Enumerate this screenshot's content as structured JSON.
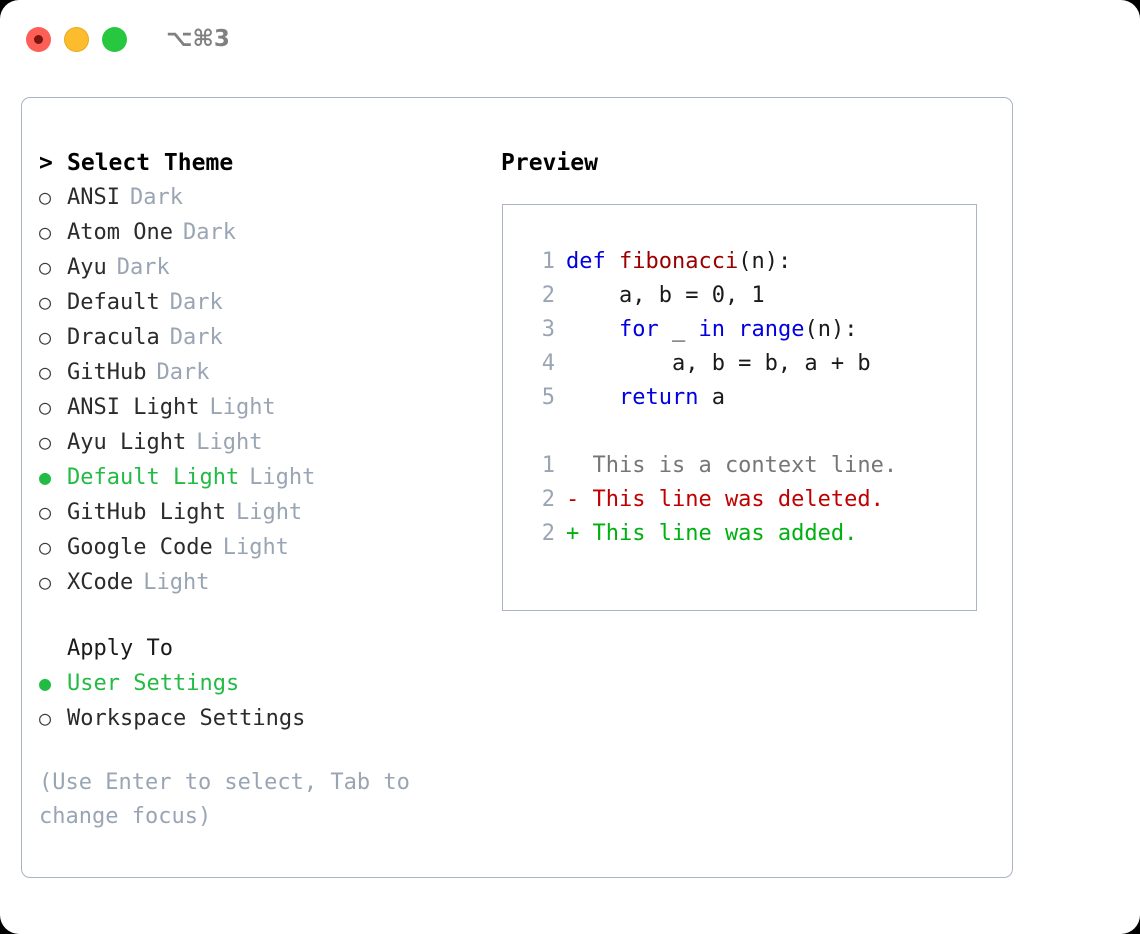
{
  "titlebar": {
    "shortcut": "⌥⌘3",
    "buttons": [
      {
        "name": "close",
        "color": "#fd5e56"
      },
      {
        "name": "minimize",
        "color": "#fdbc2e"
      },
      {
        "name": "maximize",
        "color": "#27c83f"
      }
    ]
  },
  "theme_picker": {
    "marker": ">",
    "title": "Select Theme",
    "radio_empty": "○",
    "radio_filled": "●",
    "items": [
      {
        "label": "ANSI",
        "suffix": "Dark",
        "selected": false
      },
      {
        "label": "Atom One",
        "suffix": "Dark",
        "selected": false
      },
      {
        "label": "Ayu",
        "suffix": "Dark",
        "selected": false
      },
      {
        "label": "Default",
        "suffix": "Dark",
        "selected": false
      },
      {
        "label": "Dracula",
        "suffix": "Dark",
        "selected": false
      },
      {
        "label": "GitHub",
        "suffix": "Dark",
        "selected": false
      },
      {
        "label": "ANSI Light",
        "suffix": "Light",
        "selected": false
      },
      {
        "label": "Ayu Light",
        "suffix": "Light",
        "selected": false
      },
      {
        "label": "Default Light",
        "suffix": "Light",
        "selected": true
      },
      {
        "label": "GitHub Light",
        "suffix": "Light",
        "selected": false
      },
      {
        "label": "Google Code",
        "suffix": "Light",
        "selected": false
      },
      {
        "label": "XCode",
        "suffix": "Light",
        "selected": false
      }
    ]
  },
  "apply_to": {
    "title": "Apply To",
    "items": [
      {
        "label": "User Settings",
        "selected": true
      },
      {
        "label": "Workspace Settings",
        "selected": false
      }
    ]
  },
  "hint": "(Use Enter to select, Tab to change focus)",
  "preview": {
    "title": "Preview",
    "code_lines": [
      {
        "no": "1",
        "segments": [
          {
            "t": "def ",
            "c": "kw"
          },
          {
            "t": "fibonacci",
            "c": "fn"
          },
          {
            "t": "(n):",
            "c": "plain"
          }
        ]
      },
      {
        "no": "2",
        "segments": [
          {
            "t": "    a, b = 0, 1",
            "c": "plain"
          }
        ]
      },
      {
        "no": "3",
        "segments": [
          {
            "t": "    ",
            "c": "plain"
          },
          {
            "t": "for",
            "c": "kw"
          },
          {
            "t": " _ ",
            "c": "plain"
          },
          {
            "t": "in",
            "c": "kw"
          },
          {
            "t": " ",
            "c": "plain"
          },
          {
            "t": "range",
            "c": "kw"
          },
          {
            "t": "(n):",
            "c": "plain"
          }
        ]
      },
      {
        "no": "4",
        "segments": [
          {
            "t": "        a, b = b, a + b",
            "c": "plain"
          }
        ]
      },
      {
        "no": "5",
        "segments": [
          {
            "t": "    ",
            "c": "plain"
          },
          {
            "t": "return",
            "c": "kw"
          },
          {
            "t": " a",
            "c": "plain"
          }
        ]
      }
    ],
    "diff_lines": [
      {
        "no": "1",
        "text": "  This is a context line.",
        "kind": "context"
      },
      {
        "no": "2",
        "text": "- This line was deleted.",
        "kind": "deleted"
      },
      {
        "no": "2",
        "text": "+ This line was added.",
        "kind": "added"
      }
    ]
  },
  "colors": {
    "accent_green": "#22bb44",
    "muted": "#9aa5b4",
    "keyword_blue": "#0000e0",
    "function_red": "#9b0000",
    "diff_add": "#00b010",
    "diff_del": "#c00000",
    "border": "#aab4c2"
  }
}
